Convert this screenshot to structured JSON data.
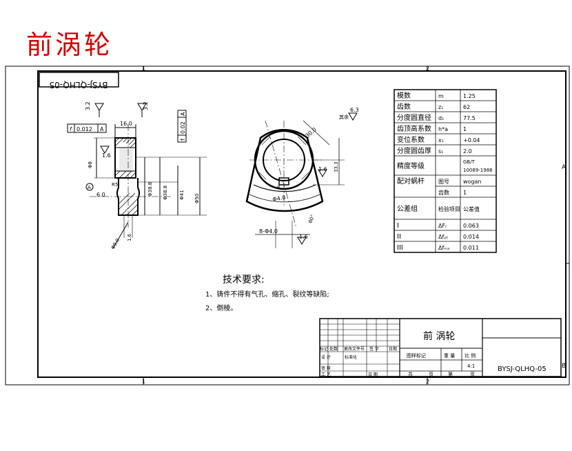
{
  "page_title": "前涡轮",
  "drawing_code_rotated": "BYSJ-QLHQ-05",
  "zone_labels": {
    "top1": "1",
    "top2": "2",
    "bot1": "1",
    "bot2": "2",
    "right_a": "A",
    "right_b": "B"
  },
  "section_view": {
    "roughness_top_left": "3.2",
    "roughness_top_right": "3.2",
    "tol_left_symbol": "f",
    "tol_left_value": "0.012",
    "tol_left_datum": "A",
    "tol_vert_symbol": "f",
    "tol_vert_value": "0.02",
    "tol_vert_datum": "A",
    "width_dim": "16.0",
    "roughness_face": "1.6",
    "bore_dim": "Φ8",
    "datum_label": "A",
    "chamfer_label": "6.0",
    "r_label": "R5",
    "dia_a": "Φ38.8",
    "dia_b": "Φ38.8",
    "dia_c": "Φ41",
    "dia_d": "Φ50",
    "bottom_dim_a": "Φ9.0",
    "bottom_dim_b": "1.6"
  },
  "front_view": {
    "roughness_rest": "6.3",
    "rest_note": "其余",
    "angle_dim": "30.0",
    "radius_dim": "33.3",
    "roughness_right": "1.6",
    "bore_dim": "Φ4.0",
    "keyway_dim": "8",
    "bottom_dim": "8-Φ4.0",
    "bottom_rough": "1.6",
    "angle_lower": "60°"
  },
  "param_table": [
    {
      "name": "模数",
      "sym": "m",
      "val": "1.25"
    },
    {
      "name": "齿数",
      "sym": "z₁",
      "val": "62"
    },
    {
      "name": "分度圆直径",
      "sym": "d₁",
      "val": "77.5"
    },
    {
      "name": "齿顶高系数",
      "sym": "h*a",
      "val": "1"
    },
    {
      "name": "变位系数",
      "sym": "x₁",
      "val": "+0.04"
    },
    {
      "name": "分度圆齿厚",
      "sym": "s₁",
      "val": "2.0"
    },
    {
      "name": "精度等级",
      "sym": "",
      "val": "GB/T 10089-1988"
    },
    {
      "name": "配对蜗杆",
      "sym": "图号",
      "val": "wogan"
    },
    {
      "name": "",
      "sym": "齿数",
      "val": "1"
    },
    {
      "name": "公差组",
      "sym": "检验项目",
      "val": "公差值"
    },
    {
      "name": "I",
      "sym": "ΔFᵣ",
      "val": "0.063"
    },
    {
      "name": "II",
      "sym": "Δfₚₜ",
      "val": "0.014"
    },
    {
      "name": "III",
      "sym": "Δfₘₐ",
      "val": "0.011"
    }
  ],
  "tech_req": {
    "heading": "技术要求:",
    "item1": "1、铸件不得有气孔、缩孔、裂纹等缺陷;",
    "item2": "2、倒棱。"
  },
  "title_block": {
    "part_name": "前 涡轮",
    "code": "BYSJ-QLHQ-05",
    "h_mark": "标记",
    "h_count": "处数",
    "h_doc": "更改文件号",
    "h_sign": "签 字",
    "h_date": "日期",
    "design": "设 计",
    "std": "标准化",
    "review": "审 核",
    "process": "工 艺",
    "date2": "日 期",
    "stage": "图样标记",
    "weight": "重 量",
    "scale": "比 例",
    "scale_val": "4:1",
    "total": "共",
    "sheet_unit": "页",
    "page": "第",
    "page_unit": "页"
  }
}
